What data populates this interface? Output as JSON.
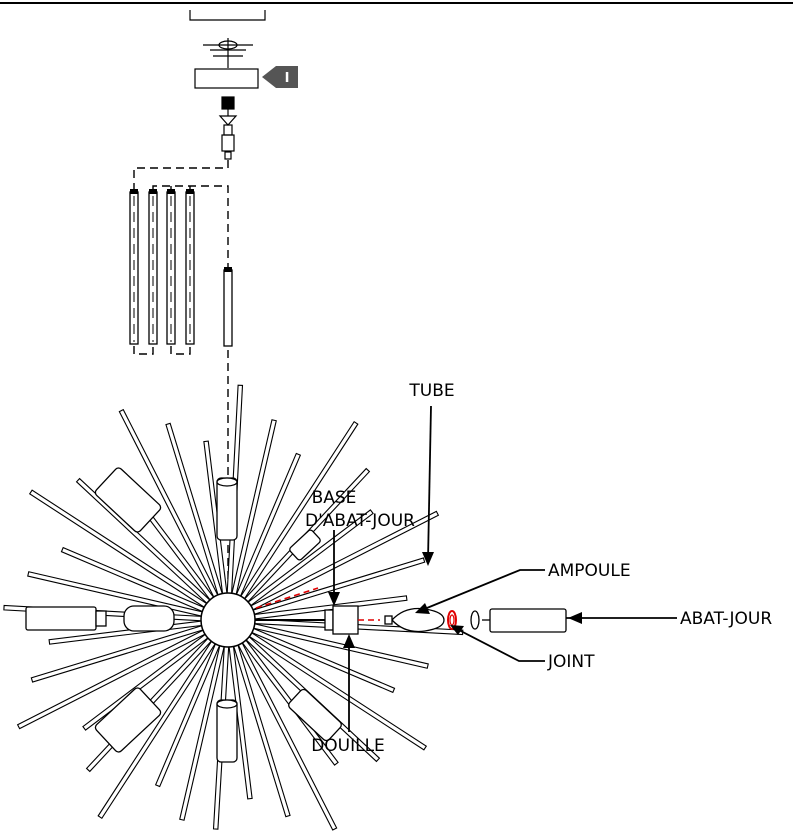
{
  "step_marker": "I",
  "labels": {
    "tube": "TUBE",
    "base_line1": "BASE",
    "base_line2": "D'ABAT-JOUR",
    "ampoule": "AMPOULE",
    "abat_jour": "ABAT-JOUR",
    "joint": "JOINT",
    "douille": "DOUILLE"
  },
  "colors": {
    "line": "#000000",
    "step_marker_fill": "#555555",
    "highlight": "#e00000"
  }
}
